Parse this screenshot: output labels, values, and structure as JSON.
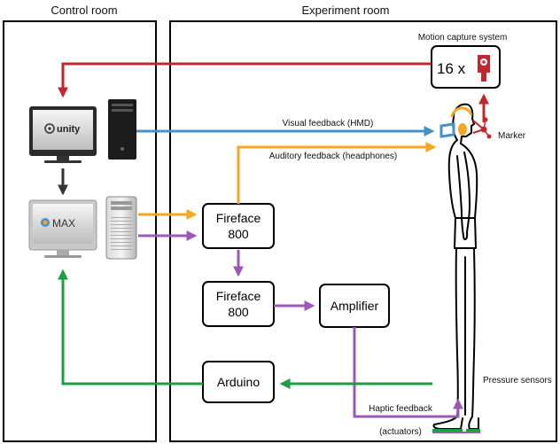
{
  "rooms": {
    "control": "Control room",
    "experiment": "Experiment room"
  },
  "nodes": {
    "mocap_title": "Motion capture system",
    "mocap_count": "16 x",
    "unity": "unity",
    "max": "MAX",
    "fireface1_line1": "Fireface",
    "fireface1_line2": "800",
    "fireface2_line1": "Fireface",
    "fireface2_line2": "800",
    "amplifier": "Amplifier",
    "arduino": "Arduino"
  },
  "labels": {
    "visual": "Visual feedback (HMD)",
    "auditory": "Auditory feedback (headphones)",
    "marker": "Marker",
    "pressure": "Pressure sensors",
    "haptic_line1": "Haptic feedback",
    "haptic_line2": "(actuators)"
  },
  "colors": {
    "red": "#c1272d",
    "blue": "#4a90c8",
    "orange": "#f5a623",
    "purple": "#9b59b6",
    "green": "#1f9d46",
    "dark": "#333333"
  }
}
